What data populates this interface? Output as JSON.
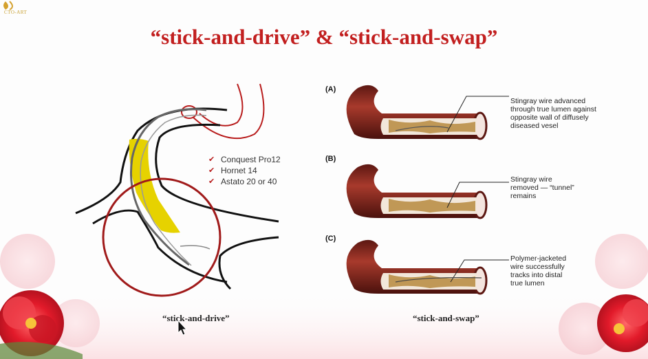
{
  "slide": {
    "logo_text": "CTO-ART",
    "title": "“stick-and-drive” & “stick-and-swap”"
  },
  "left_figure": {
    "techniques": [
      {
        "check": "✔",
        "label": "Conquest Pro12"
      },
      {
        "check": "✔",
        "label": "Hornet 14"
      },
      {
        "check": "✔",
        "label": "Astato 20 or 40"
      }
    ],
    "caption": "“stick-and-drive”"
  },
  "right_figure": {
    "panels": [
      {
        "label": "(A)",
        "note": [
          "Stingray wire advanced",
          "through true lumen against",
          "opposite wall of diffusely",
          "diseased vesel"
        ]
      },
      {
        "label": "(B)",
        "note": [
          "Stingray wire",
          "removed — “tunnel”",
          "remains"
        ]
      },
      {
        "label": "(C)",
        "note": [
          "Polymer-jacketed",
          "wire successfully",
          "tracks into distal",
          "true lumen"
        ]
      }
    ],
    "caption": "“stick-and-swap”"
  },
  "colors": {
    "title": "#c21f1f",
    "accent_red": "#b81c1c",
    "vessel": "#7a1f1a",
    "plaque": "#e6d200"
  }
}
